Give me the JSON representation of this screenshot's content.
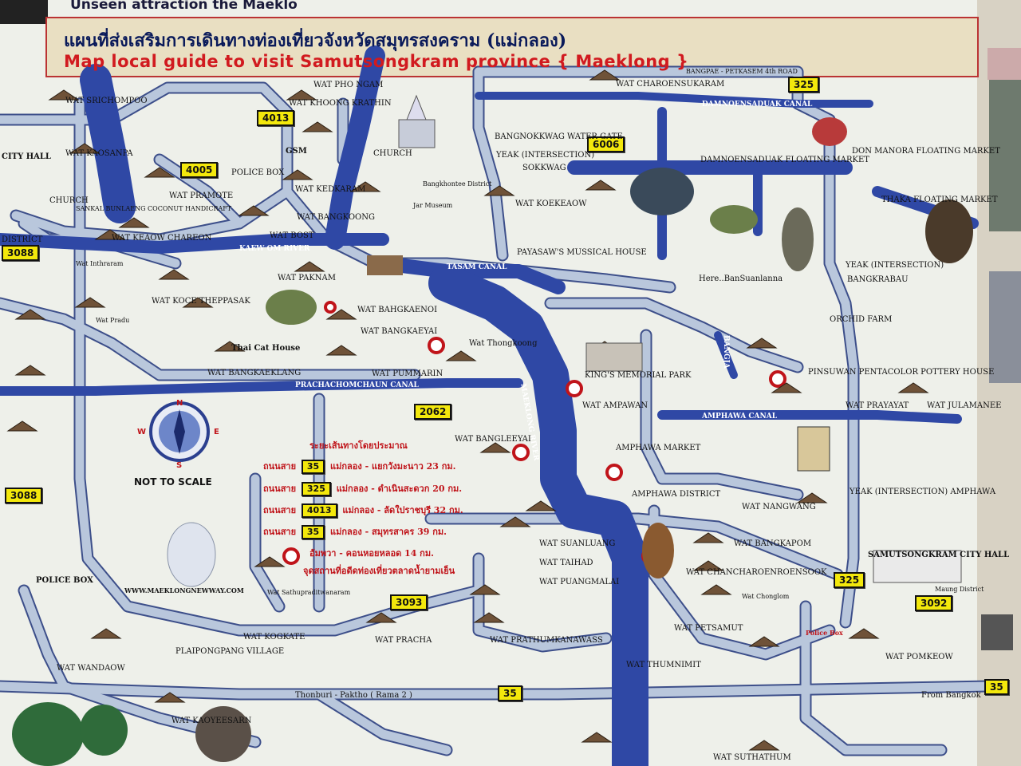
{
  "header": {
    "top_strip": "Unseen attraction the Maeklo",
    "title_th": "แผนที่ส่งเสริมการเดินทางท่องเที่ยวจังหวัดสมุทรสงคราม (แม่กลอง)",
    "title_en": "Map local guide to visit Samutsongkram province { Maeklong }"
  },
  "colors": {
    "board": "#eef0ea",
    "road": "#9db2cf",
    "road_edge": "#3d4f8a",
    "canal": "#2f48a5",
    "river": "#3a57b5",
    "title_bar": "#e9dfc2",
    "shield": "#f3e80c",
    "title_en": "#d11a1f"
  },
  "shields": [
    "4013",
    "4005",
    "3088",
    "3088",
    "6006",
    "325",
    "2062",
    "3093",
    "325",
    "3092",
    "35",
    "35"
  ],
  "waterways": [
    "DAMNOENSADUAK CANAL",
    "KAEW OM RIVER",
    "TASAM CANAL",
    "PRACHACHOMCHAUN CANAL",
    "MAEKLONG RIVER",
    "AMPHAWA CANAL",
    "BANGJA"
  ],
  "temples": [
    "WAT SRICHOMPOO",
    "WAT KAOSANPA",
    "WAT PHO NGAM",
    "WAT KHOONG KRATHIN",
    "WAT CHAROENSUKARAM",
    "WAT PRAMOTE",
    "WAT KEDKARAM",
    "WAT BANGKOONG",
    "WAT KOEKEAOW",
    "WAT KEAOW CHAREON",
    "WAT BOST",
    "WAT PAKNAM",
    "WAT KOCE THEPPASAK",
    "WAT BAHGKAENOI",
    "WAT BANGKAEYAI",
    "Wat Thongkoong",
    "WAT BANGKAEKLANG",
    "WAT PUMMARIN",
    "WAT AMPAWAN",
    "WAT PRAYAYAT",
    "WAT JULAMANEE",
    "WAT BANGLEEYAI",
    "WAT NANGWANG",
    "WAT SUANLUANG",
    "WAT TAIHAD",
    "WAT PUANGMALAI",
    "WAT BANGKAPOM",
    "WAT CHANCHAROENROENSOOK",
    "WAT KOGKATE",
    "WAT PRACHA",
    "WAT PRATHUMKANAWASS",
    "WAT PETSAMUT",
    "WAT THUMNIMIT",
    "WAT POMKEOW",
    "WAT WANDAOW",
    "WAT KAOYEESARN",
    "WAT SUTHATHUM",
    "Wat Inthraram",
    "Wat Pradu",
    "Wat Sathupraditwanaram",
    "Wat Chonglom"
  ],
  "places": [
    "CITY HALL",
    "CHURCH",
    "POLICE BOX",
    "CHURCH",
    "BANGNOKKWAG WATER GATE",
    "YEAK (INTERSECTION)",
    "SOKKWAG",
    "DAMNOENSADUAK FLOATING MARKET",
    "DON MANORA FLOATING MARKET",
    "THAKA FLOATING MARKET",
    "PAYASAW'S MUSSICAL HOUSE",
    "Here..BanSuanlanna",
    "YEAK (INTERSECTION)",
    "BANGKRABAU",
    "ORCHID FARM",
    "Thai Cat House",
    "KING'S MEMORIAL PARK",
    "PINSUWAN PENTACOLOR POTTERY HOUSE",
    "AMPHAWA MARKET",
    "AMPHAWA DISTRICT",
    "YEAK (INTERSECTION) AMPHAWA",
    "SAMUTSONGKRAM CITY HALL",
    "Maung District",
    "Police Box",
    "PLAIPONGPANG VILLAGE",
    "Thonburi - Paktho ( Rama 2 )",
    "From Bangkok",
    "BANGPAE - PETKASEM 4th ROAD",
    "Bangkhontee District",
    "Jar Museum",
    "DISTRICT",
    "SANKAL BUNLAENG COCONUT HANDICRAFT",
    "GSM"
  ],
  "legend": {
    "heading": "ระยะเส้นทางโดยประมาณ",
    "rows": [
      {
        "label": "ถนนสาย",
        "route": "35",
        "text": "แม่กลอง - แยกวังมะนาว 23 กม."
      },
      {
        "label": "ถนนสาย",
        "route": "325",
        "text": "แม่กลอง - ดำเนินสะดวก 20 กม."
      },
      {
        "label": "ถนนสาย",
        "route": "4013",
        "text": "แม่กลอง - ลัดใปราชบุรี 32 กม."
      },
      {
        "label": "ถนนสาย",
        "route": "35",
        "text": "แม่กลอง - สมุทรสาคร 39 กม."
      }
    ],
    "extra": "อัมพวา - คอนหอยหลอด 14 กม.",
    "note": "จุดสถานที่อดีดท่องเที่ยวตลาดน้ำยามเย็น"
  },
  "compass": {
    "n": "N",
    "s": "S",
    "e": "E",
    "w": "W"
  },
  "not_to_scale": "NOT TO SCALE",
  "website": "WWW.MAEKLONGNEWWAY.COM"
}
